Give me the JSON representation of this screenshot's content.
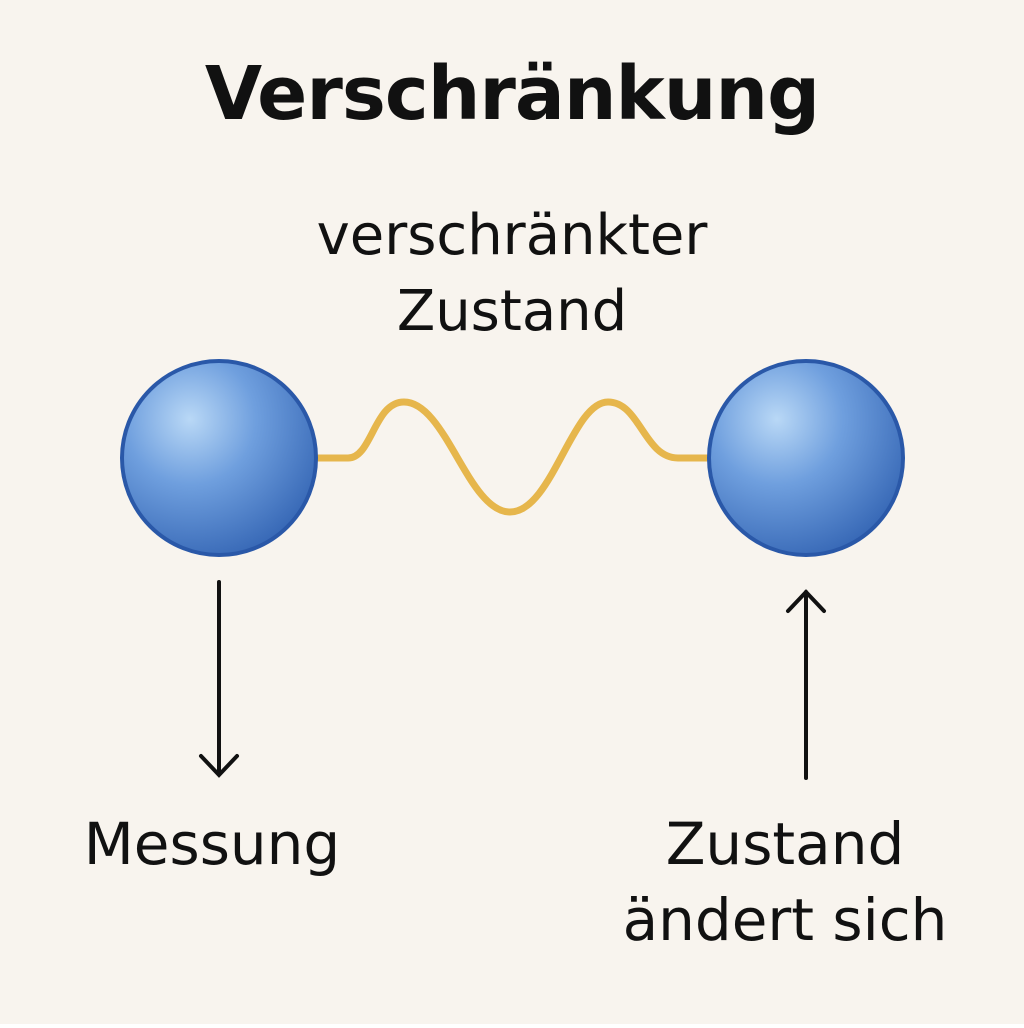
{
  "colors": {
    "background": "#f8f4ee",
    "particle": "#3f78c8",
    "particle_edge": "#2a58a8",
    "link": "#e6b64c",
    "arrow": "#111111"
  },
  "title": "Verschränkung",
  "link_label": {
    "line1": "verschränkter",
    "line2": "Zustand"
  },
  "left_particle": {
    "label": "Messung",
    "arrow": "arrow-down-icon"
  },
  "right_particle": {
    "line1": "Zustand",
    "line2": "ändert sich",
    "arrow": "arrow-up-icon"
  }
}
